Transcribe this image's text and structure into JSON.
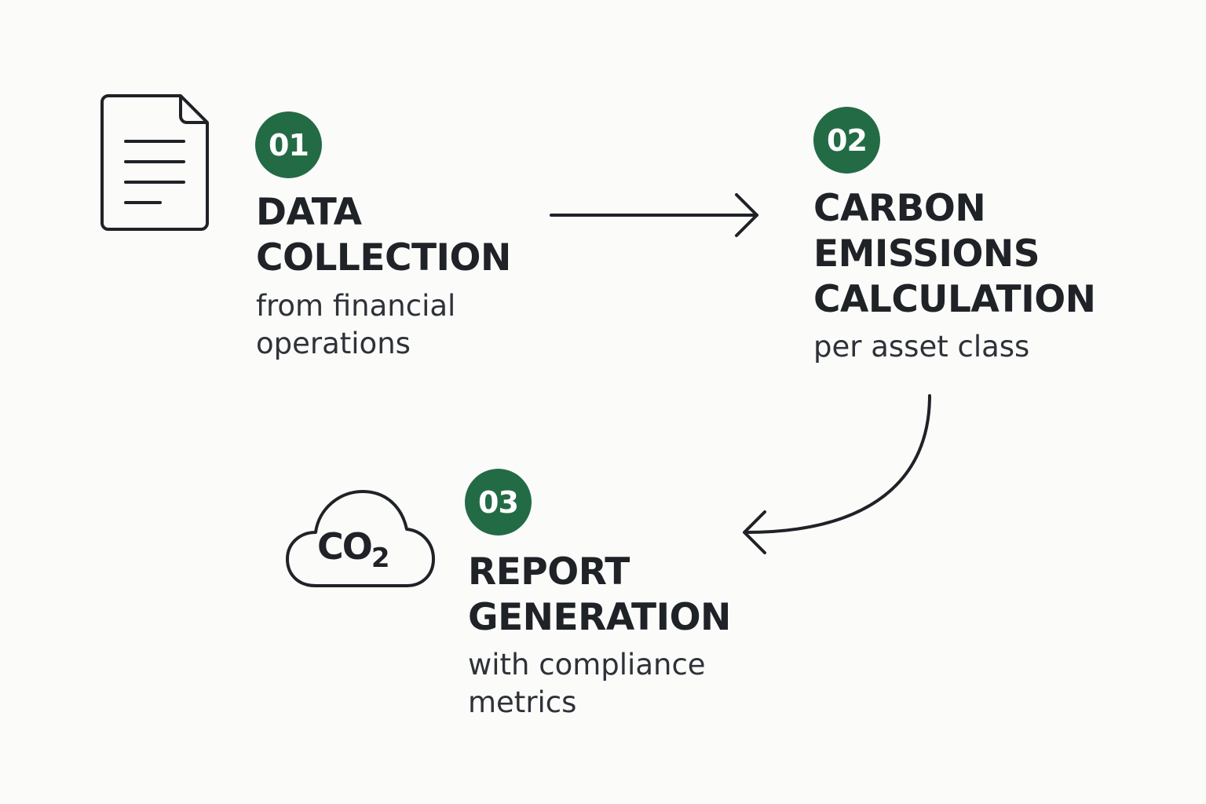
{
  "colors": {
    "accent": "#236b45",
    "text": "#1f2226",
    "icon_stroke": "#1f2226",
    "background": "#fbfbfa"
  },
  "steps": [
    {
      "number": "01",
      "title_lines": [
        "DATA",
        "COLLECTION"
      ],
      "subtitle_lines": [
        "from financial",
        "operations"
      ],
      "icon": "document-icon"
    },
    {
      "number": "02",
      "title_lines": [
        "CARBON",
        "EMISSIONS",
        "CALCULATION"
      ],
      "subtitle_lines": [
        "per asset class"
      ]
    },
    {
      "number": "03",
      "title_lines": [
        "REPORT",
        "GENERATION"
      ],
      "subtitle_lines": [
        "with compliance",
        "metrics"
      ],
      "icon": "co2-cloud-icon"
    }
  ],
  "co2_icon": {
    "label": "CO",
    "subscript": "2"
  },
  "connectors": [
    {
      "from": "01",
      "to": "02",
      "shape": "straight-arrow"
    },
    {
      "from": "02",
      "to": "03",
      "shape": "curved-arrow"
    }
  ]
}
